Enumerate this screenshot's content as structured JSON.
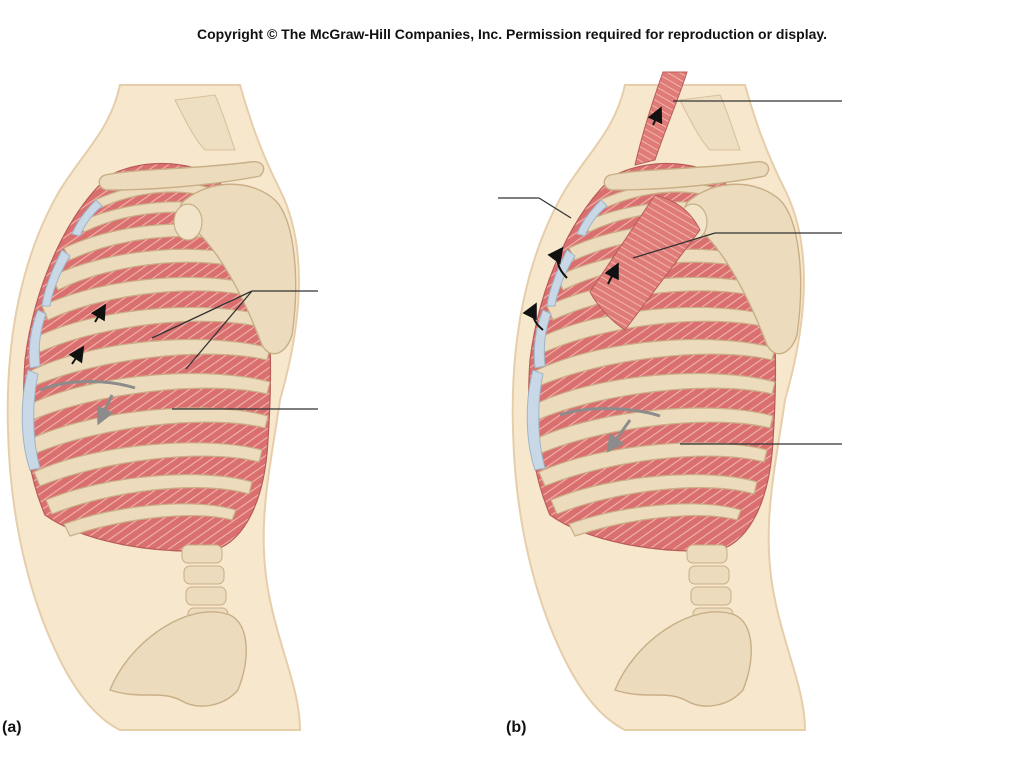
{
  "copyright": "Copyright © The McGraw-Hill Companies, Inc. Permission required for reproduction or display.",
  "panels": [
    {
      "label": "(a)"
    },
    {
      "label": "(b)"
    }
  ],
  "colors": {
    "skin": "#f6e7cd",
    "skin_edge": "#e6ceab",
    "bone": "#ecdcbd",
    "bone_edge": "#c9ae86",
    "muscle": "#d9706f",
    "muscle_light": "#eda7a3",
    "cartilage": "#c9d8e6",
    "leader_line": "#333333",
    "arrow_gray": "#8c8c8c"
  }
}
